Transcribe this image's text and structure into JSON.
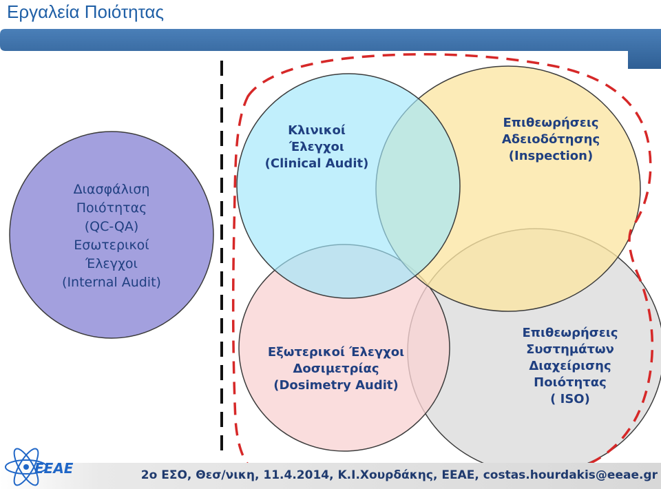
{
  "slide": {
    "title": "Εργαλεία Ποιότητας"
  },
  "circles": {
    "internal": {
      "lines": [
        "Διασφάλιση",
        "Ποιότητας",
        "(QC-QA)",
        "Εσωτερικοί",
        "Έλεγχοι",
        "(Internal Audit)"
      ]
    },
    "clinical": {
      "lines": [
        "Κλινικοί",
        "Έλεγχοι",
        "(Clinical Audit)"
      ]
    },
    "inspection": {
      "lines": [
        "Επιθεωρήσεις",
        "Αδειοδότησης",
        "(Inspection)"
      ]
    },
    "dosimetry": {
      "lines": [
        "Εξωτερικοί Έλεγχοι",
        "Δοσιμετρίας",
        "(Dosimetry  Audit)"
      ]
    },
    "iso": {
      "lines": [
        "Επιθεωρήσεις",
        "Συστημάτων",
        "Διαχείρισης",
        "Ποιότητας",
        "( ISO)"
      ]
    }
  },
  "colors": {
    "internal_fill": "#9e9bdc",
    "clinical_fill": "#9fe6fa",
    "inspection_fill": "#fbe5a3",
    "dosimetry_fill": "#f9d3d3",
    "iso_fill": "#dedede",
    "title_bar": "#3b6ea5",
    "dashed_red": "#d62828",
    "label_text": "#1f3f80"
  },
  "footer": {
    "text": "2ο ΕΣΟ, Θεσ/νικη,  11.4.2014,  Κ.Ι.Χουρδάκης, ΕΕΑΕ,  costas.hourdakis@eeae.gr",
    "logo_text": "EEAE"
  }
}
